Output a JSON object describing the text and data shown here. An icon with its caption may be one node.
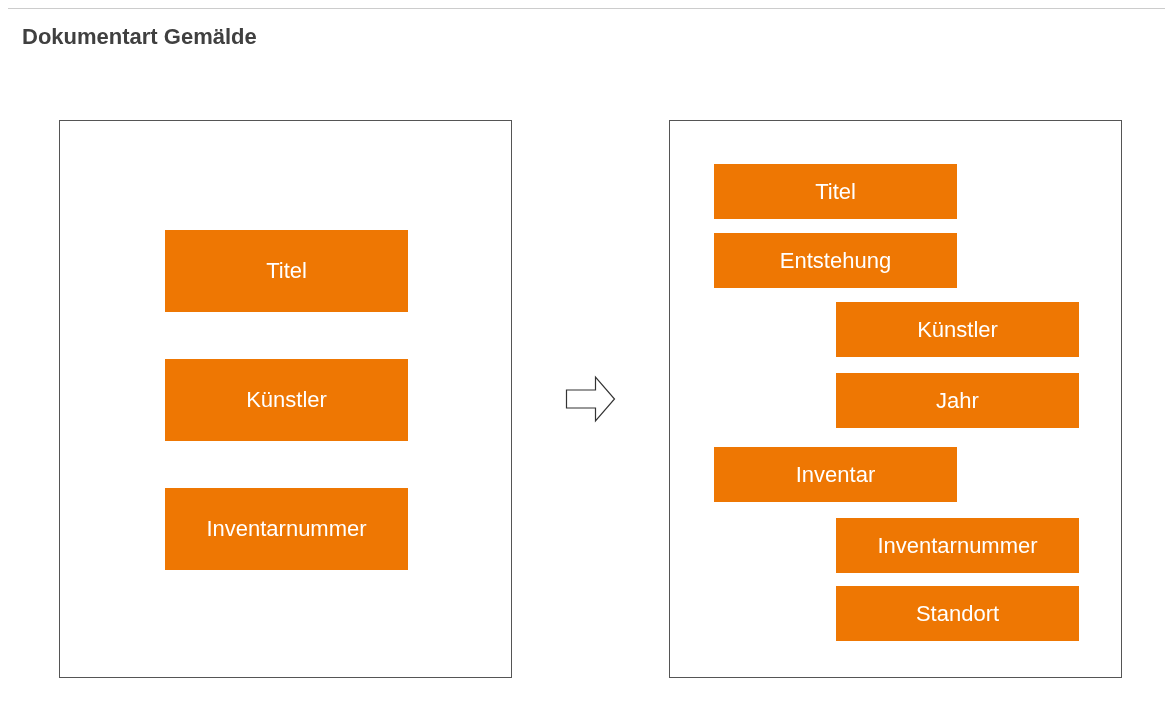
{
  "diagram": {
    "title": "Dokumentart Gemälde",
    "nodes": [
      {
        "text": [],
        "shape": "box"
      },
      {
        "text": [
          "Titel"
        ],
        "in": 0
      },
      {
        "text": [
          "Künstler"
        ],
        "in": 0
      },
      {
        "text": [
          "Inventarnummer"
        ],
        "in": 0
      },
      {
        "text": [],
        "shape": "box"
      },
      {
        "text": [
          "Titel"
        ],
        "in": 4
      },
      {
        "text": [
          "Entstehung"
        ],
        "in": 4
      },
      {
        "text": [
          "Künstler"
        ],
        "in": 4
      },
      {
        "text": [
          "Jahr"
        ],
        "in": 4
      },
      {
        "text": [
          "Inventar"
        ],
        "in": 4
      },
      {
        "text": [
          "Inventarnummer"
        ],
        "in": 4
      },
      {
        "text": [
          "Standort"
        ],
        "in": 4
      }
    ],
    "edges": [
      {
        "from": 0,
        "to": 4,
        "arrow": "to"
      }
    ]
  }
}
